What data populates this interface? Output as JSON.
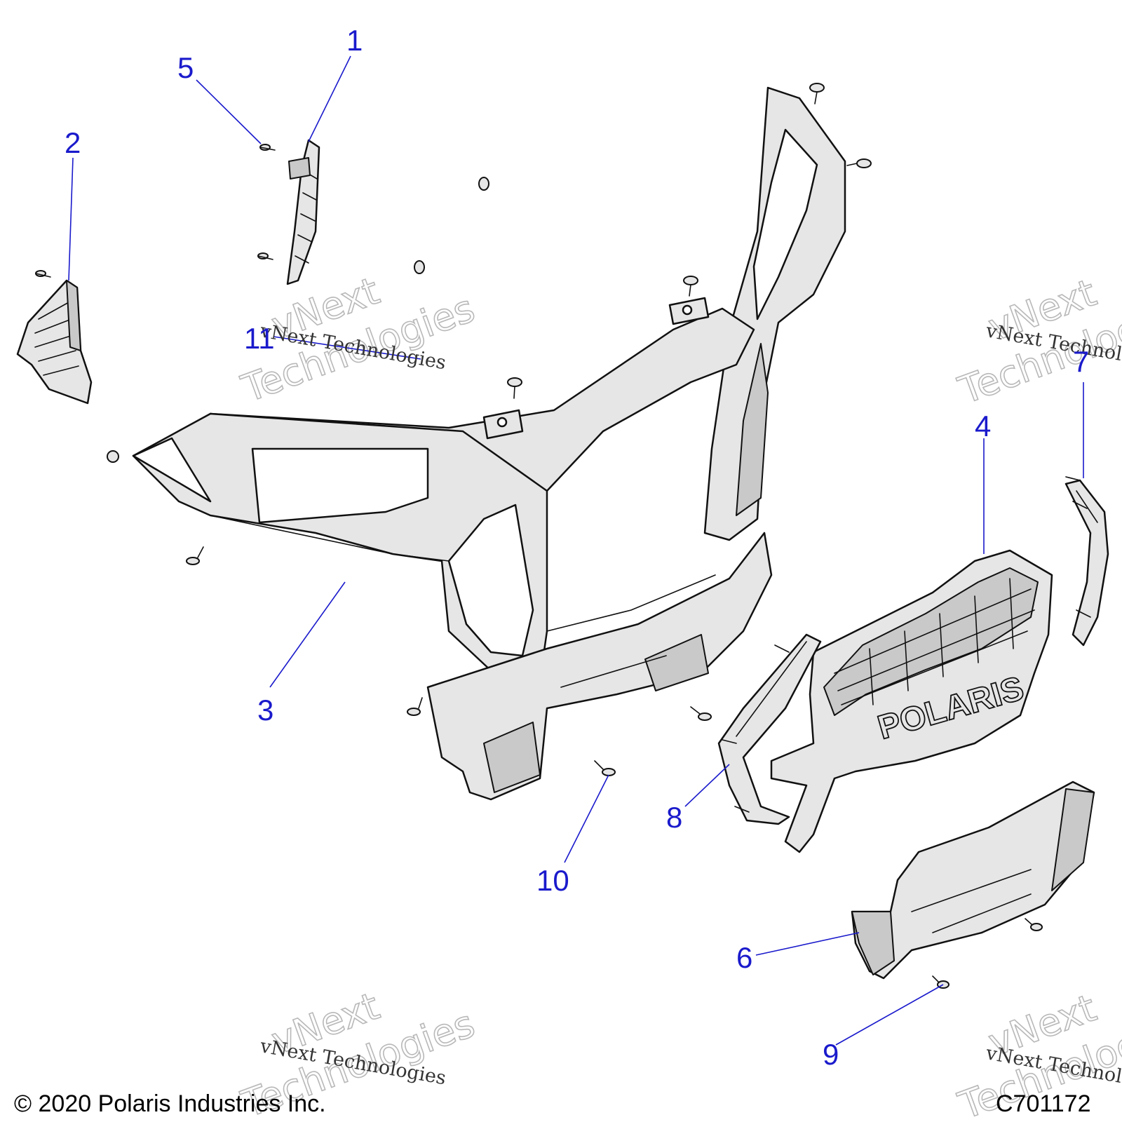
{
  "callouts": [
    {
      "number": "1"
    },
    {
      "number": "2"
    },
    {
      "number": "3"
    },
    {
      "number": "4"
    },
    {
      "number": "5"
    },
    {
      "number": "6"
    },
    {
      "number": "7"
    },
    {
      "number": "8"
    },
    {
      "number": "9"
    },
    {
      "number": "10"
    },
    {
      "number": "11"
    }
  ],
  "grille_logo": "POLARIS",
  "watermarks": {
    "big_line1": "vNext",
    "big_line2": "Technologies",
    "small": "vNext Technologies"
  },
  "footer": {
    "copyright": "© 2020 Polaris Industries Inc.",
    "drawing_id": "C701172"
  },
  "colors": {
    "callout": "#1a1acc",
    "part_fill": "#e6e6e6",
    "outline": "#111111"
  }
}
